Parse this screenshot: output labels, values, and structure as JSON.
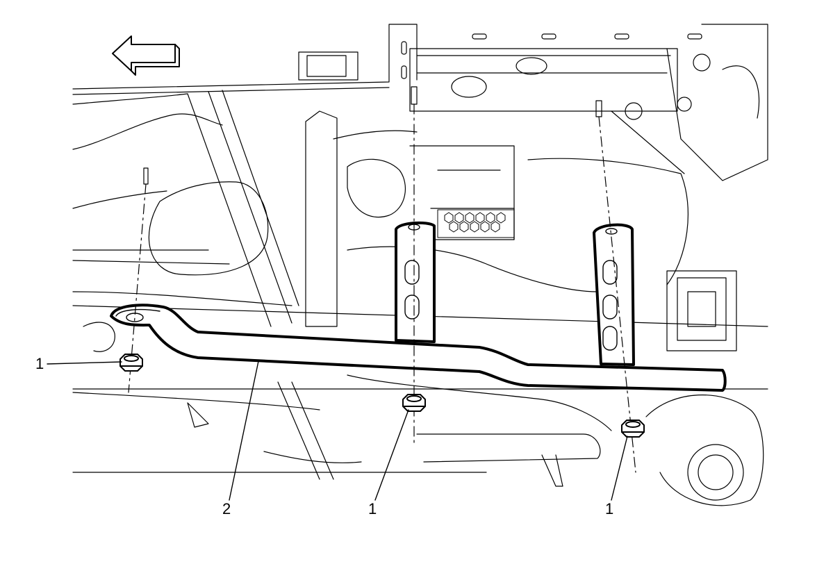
{
  "callouts": [
    {
      "id": "nut-left",
      "label": "1"
    },
    {
      "id": "bracket",
      "label": "2"
    },
    {
      "id": "nut-center",
      "label": "1"
    },
    {
      "id": "nut-right",
      "label": "1"
    }
  ],
  "colors": {
    "line": "#000000",
    "background": "#ffffff"
  },
  "icons": {
    "direction_arrow": "left-arrow-icon"
  }
}
